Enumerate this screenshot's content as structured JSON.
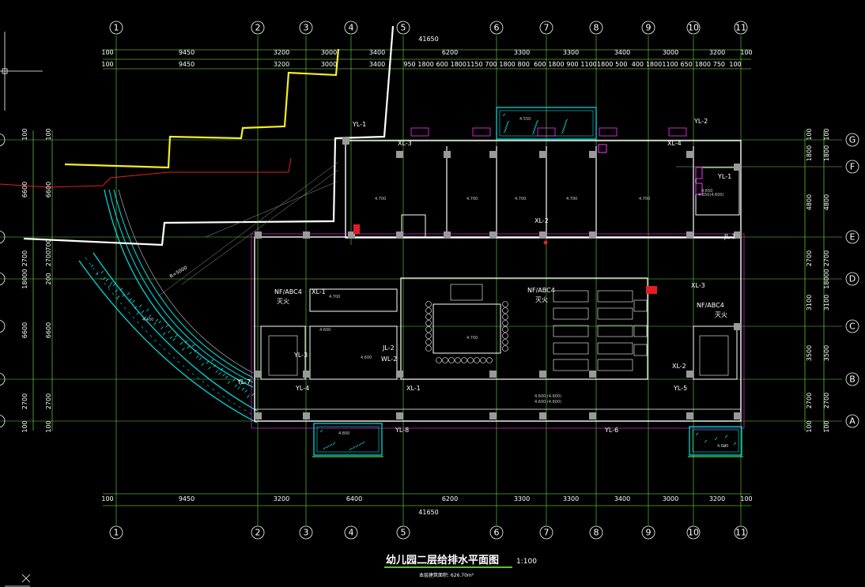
{
  "drawing": {
    "title": "幼儿园二层给排水平面图",
    "scale": "1:100",
    "subtitle": "本层建筑面积: 626.70m²"
  },
  "axes": {
    "columns": [
      "1",
      "2",
      "3",
      "4",
      "5",
      "6",
      "7",
      "8",
      "9",
      "10",
      "11"
    ],
    "rows": [
      "G",
      "F",
      "E",
      "D",
      "C",
      "B",
      "A"
    ]
  },
  "dimensions": {
    "top_total": "41650",
    "top_row1": [
      "100",
      "9450",
      "3200",
      "3000",
      "3400",
      "6200",
      "3300",
      "3300",
      "3400",
      "3000",
      "3200",
      "100"
    ],
    "top_row2": [
      "100",
      "9450",
      "3200",
      "3000",
      "3400",
      "950",
      "1800",
      "600",
      "1800",
      "1150",
      "700",
      "1800",
      "800",
      "600",
      "1800",
      "900",
      "1100",
      "1800",
      "500",
      "400",
      "1800",
      "1100",
      "650",
      "1800",
      "750",
      "100"
    ],
    "bottom_row": [
      "100",
      "9450",
      "3200",
      "6400",
      "6200",
      "3300",
      "3300",
      "3400",
      "3000",
      "3200",
      "100"
    ],
    "bottom_total": "41650",
    "left_outer": [
      "100",
      "6600",
      "2700",
      "18000",
      "6600",
      "2700",
      "100"
    ],
    "left_inner": [
      "100",
      "6600",
      "700",
      "2700",
      "200",
      "6600",
      "2700",
      "100"
    ],
    "right_outer": [
      "100",
      "1800",
      "4800",
      "2700",
      "18000",
      "3100",
      "3500",
      "2700",
      "100"
    ],
    "right_inner": [
      "100",
      "1800",
      "4800",
      "2700",
      "3100",
      "3500",
      "2700",
      "100"
    ]
  },
  "pipe_labels": {
    "yl1_top": "YL-1",
    "xl3_top": "XL-3",
    "yl2": "YL-2",
    "xl4": "XL-4",
    "yl1_right": "YL-1",
    "jl1_right": "JL-1",
    "xl2_mid": "XL-2",
    "xl1_left": "XL-1",
    "nf_left": "NF/ABC4",
    "nf_left_sub": "灭火",
    "nf_mid": "NF/ABC4",
    "nf_mid_sub": "灭火",
    "xl3_right": "XL-3",
    "nf_right": "NF/ABC4",
    "nf_right_sub": "灭火",
    "yl3": "YL-3",
    "jl2": "JL-2",
    "wl2": "WL-2",
    "xl2_right": "XL-2",
    "yl7": "YL-7",
    "yl4": "YL-4",
    "xl1_bottom": "XL-1",
    "yl5": "YL-5",
    "yl8": "YL-8",
    "yl6": "YL-6",
    "ra": "R=5000"
  },
  "elevations": {
    "e1": "4.700",
    "e2": "4.700",
    "e3": "4.700",
    "e4": "4.700",
    "e5": "4.700",
    "e6": "4.700",
    "e7": "4.700",
    "e8": "4.600",
    "e9": "4.600",
    "e10": "4.600 (4.600)",
    "e11": "4.600 (4.600)",
    "e12": "4.550",
    "e13": "4.800",
    "e14": "4.600",
    "e15": "4.650",
    "e16": "4.650(4.600)",
    "e17": "4.400"
  },
  "icons": {
    "ucs": "ucs-crosshair-icon",
    "corner": "axis-corner-icon"
  },
  "colors": {
    "background": "#000000",
    "grid": "#7cff4f",
    "wall": "#ffffff",
    "cyan": "#00e5e5",
    "yellow": "#f5f020",
    "red": "#e02020",
    "magenta": "#ff30ff",
    "gray": "#9a9a9a"
  }
}
